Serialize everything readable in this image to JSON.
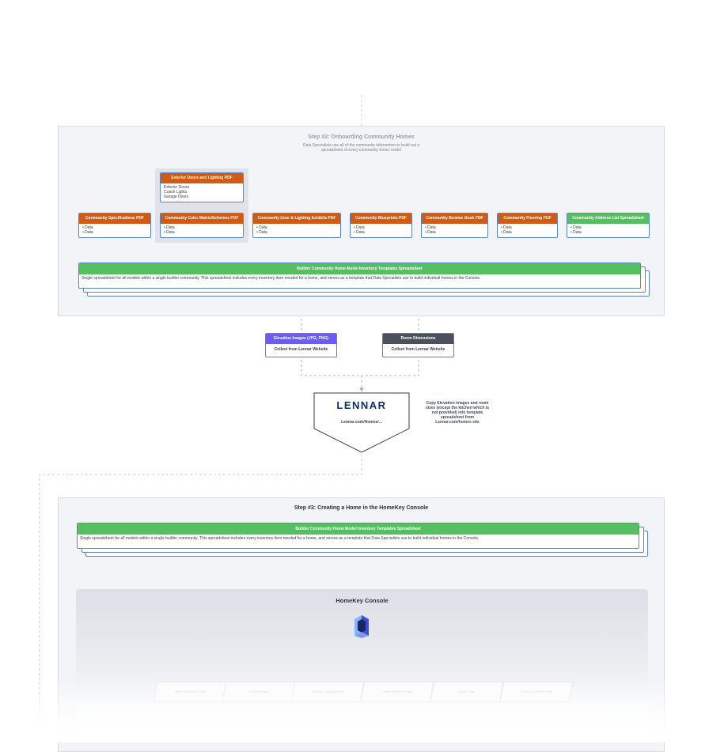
{
  "step2": {
    "title": "Step #2: Onboarding Community Homes",
    "subtitle_line1": "Data Specialists use all of the community information to build out a",
    "subtitle_line2": "spreadsheet of every community home model"
  },
  "exterior_card": {
    "header": "Exterior Doors and Lighting PDF",
    "lines": [
      "Exterior Doors",
      "Coach Lights",
      "Garage Doors"
    ]
  },
  "doc_cards": [
    {
      "header": "Community Specifications PDF",
      "lines": [
        "• Data",
        "• Data"
      ]
    },
    {
      "header": "Community Color Matrix/Schemes PDF",
      "lines": [
        "• Data",
        "• Data"
      ]
    },
    {
      "header": "Community Door & Lighting Exhibits PDF",
      "lines": [
        "• Data",
        "• Data"
      ]
    },
    {
      "header": "Community Blueprints PDF",
      "lines": [
        "• Data",
        "• Data"
      ]
    },
    {
      "header": "Community Browse Book PDF",
      "lines": [
        "• Data",
        "• Data"
      ]
    },
    {
      "header": "Community Flooring PDF",
      "lines": [
        "• Data",
        "• Data"
      ]
    },
    {
      "header": "Community Address List Spreadsheet",
      "lines": [
        "• Data",
        "• Data"
      ]
    }
  ],
  "spreadsheet1": {
    "title": "Builder Community Home Model  Inventory Templates Spreadsheet",
    "desc": "Single spreadsheet for all models within a single builder community. This spreadsheet includes every  inventory item needed for a home, and serves as a template that Data Specialists use to build individual homes in the Console."
  },
  "elevation": {
    "header": "Elevation Images (JPG, PNG)",
    "body": "Collect from Lennar Website"
  },
  "room_dims": {
    "header": "Room Dimensions",
    "body": "Collect from Lennar Website"
  },
  "lennar": {
    "logo": "LENNAR",
    "url": "Lennar.com/Homes/..."
  },
  "copy_note": [
    "Copy Elevation images and room",
    "sizes (except the kitchen which is",
    "not provided) into template",
    "spreadsheet from",
    "Lennar.com/homes site"
  ],
  "step3": {
    "title": "Step #3: Creating a Home in the HomeKey Console"
  },
  "spreadsheet2": {
    "title": "Builder Community Home Model  Inventory Templates Spreadsheet",
    "desc": "Single spreadsheet for all models within a single builder community. This spreadsheet includes every  inventory item needed for a home, and serves as a template that Data Specialists use to build individual homes in the Console."
  },
  "console": {
    "title": "HomeKey Console"
  },
  "faded_items": [
    "Home Overview Data",
    "General Data",
    "Heating / Cooling Data",
    "Home Systems Data",
    "Room Data",
    "Flooring & Finish Data"
  ],
  "colors": {
    "orange": "#d15b12",
    "green": "#55c05f",
    "purple": "#6a5cf5",
    "slate": "#4b515c",
    "border": "#5a86c7"
  }
}
